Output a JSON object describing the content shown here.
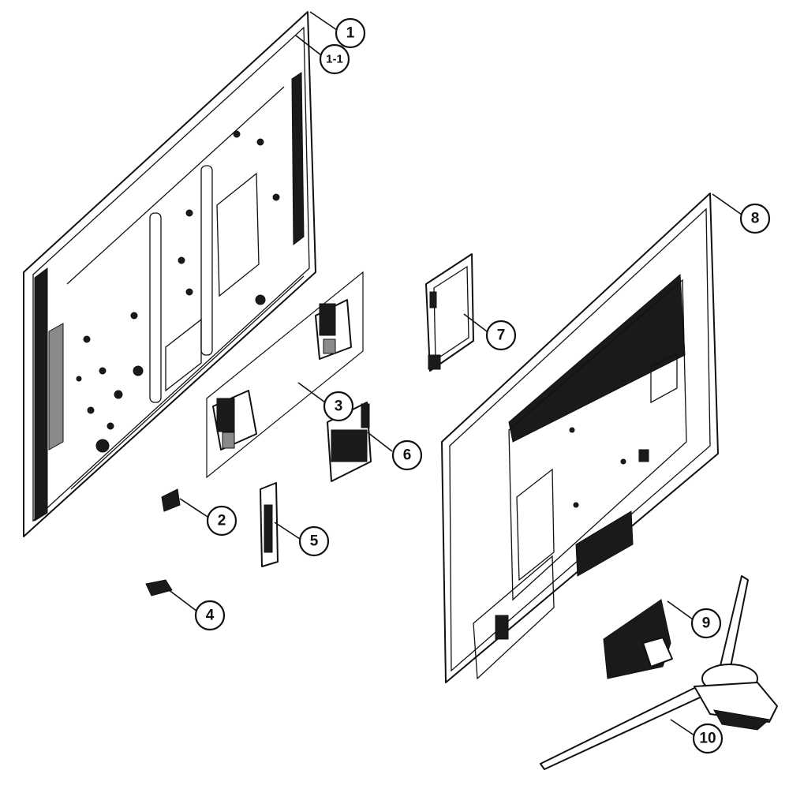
{
  "callouts": [
    {
      "id": "c1",
      "label": "1"
    },
    {
      "id": "c1-1",
      "label": "1-1"
    },
    {
      "id": "c2",
      "label": "2"
    },
    {
      "id": "c3",
      "label": "3"
    },
    {
      "id": "c4",
      "label": "4"
    },
    {
      "id": "c5",
      "label": "5"
    },
    {
      "id": "c6",
      "label": "6"
    },
    {
      "id": "c7",
      "label": "7"
    },
    {
      "id": "c8",
      "label": "8"
    },
    {
      "id": "c9",
      "label": "9"
    },
    {
      "id": "c10",
      "label": "10"
    }
  ]
}
